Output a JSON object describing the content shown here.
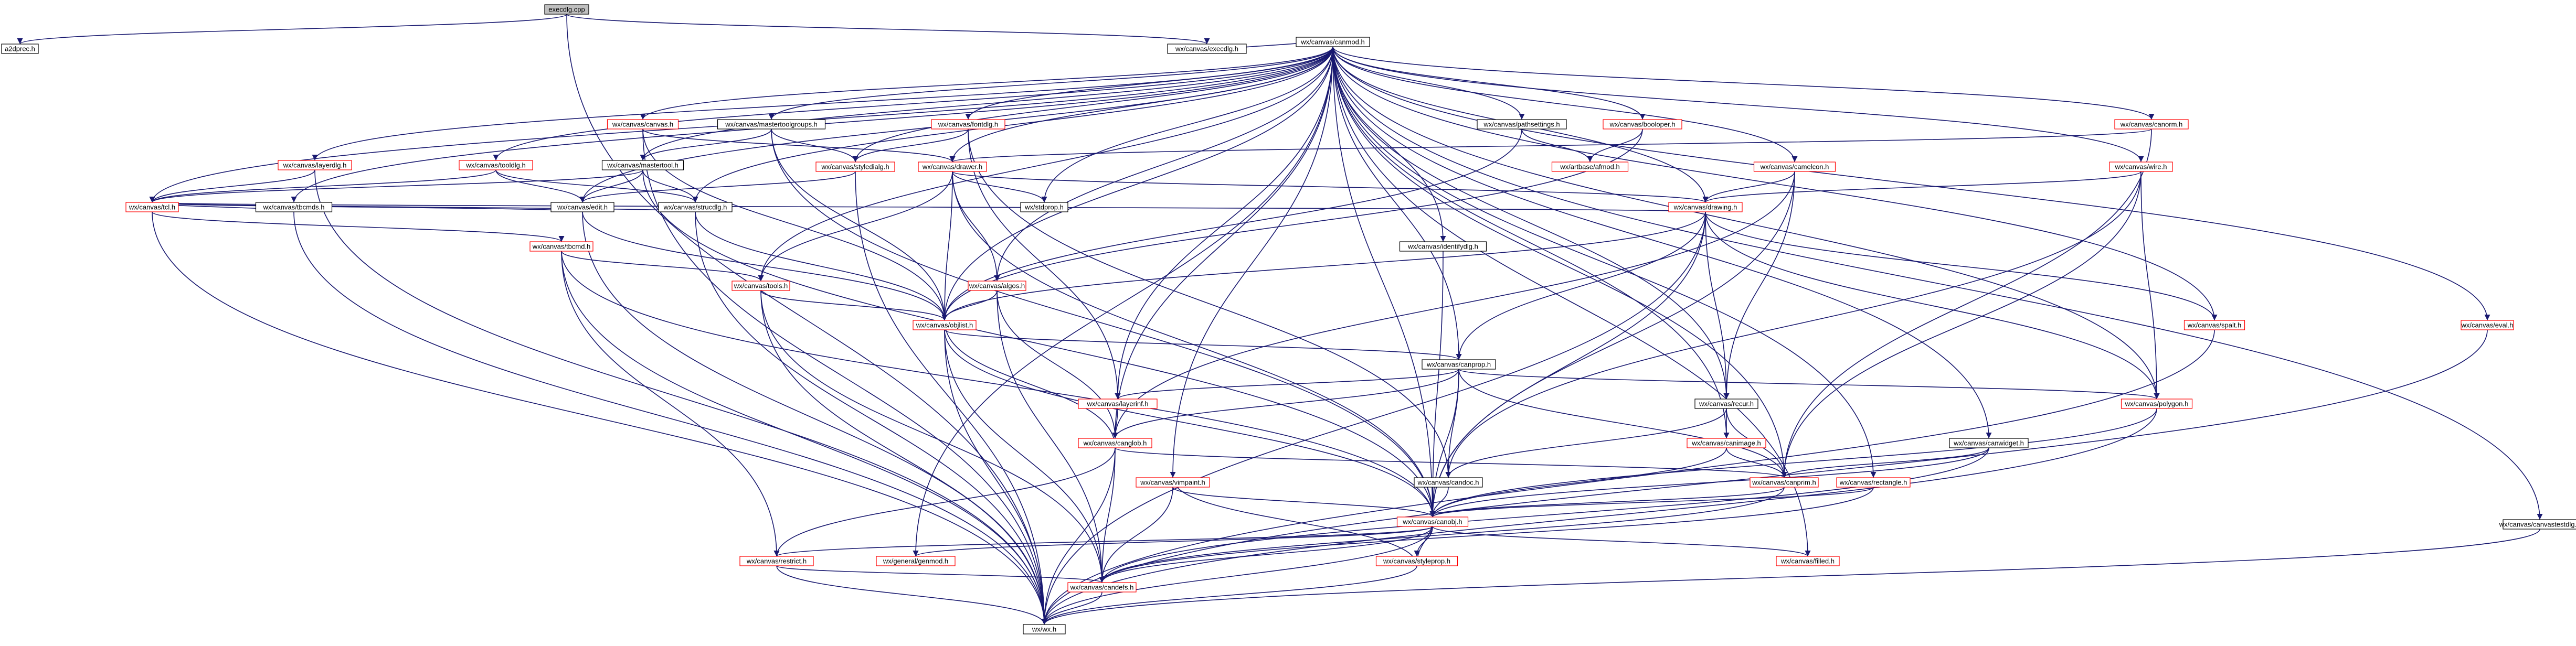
{
  "graph": {
    "nodes": [
      {
        "id": "execdlg_cpp",
        "label": "execdlg.cpp",
        "border": "#000000",
        "fill": "#bfbfbf"
      },
      {
        "id": "a2dprec",
        "label": "a2dprec.h",
        "border": "#000000",
        "fill": "#ffffff"
      },
      {
        "id": "execdlg_h",
        "label": "wx/canvas/execdlg.h",
        "border": "#000000",
        "fill": "#ffffff"
      },
      {
        "id": "canmod",
        "label": "wx/canvas/canmod.h",
        "border": "#000000",
        "fill": "#ffffff"
      },
      {
        "id": "canvas_h",
        "label": "wx/canvas/canvas.h",
        "border": "#ff0000",
        "fill": "#ffffff"
      },
      {
        "id": "mastertoolgroups",
        "label": "wx/canvas/mastertoolgroups.h",
        "border": "#000000",
        "fill": "#ffffff"
      },
      {
        "id": "fontdlg",
        "label": "wx/canvas/fontdlg.h",
        "border": "#ff0000",
        "fill": "#ffffff"
      },
      {
        "id": "pathsettings",
        "label": "wx/canvas/pathsettings.h",
        "border": "#000000",
        "fill": "#ffffff"
      },
      {
        "id": "booloper",
        "label": "wx/canvas/booloper.h",
        "border": "#ff0000",
        "fill": "#ffffff"
      },
      {
        "id": "canorm",
        "label": "wx/canvas/canorm.h",
        "border": "#ff0000",
        "fill": "#ffffff"
      },
      {
        "id": "layerdlg",
        "label": "wx/canvas/layerdlg.h",
        "border": "#ff0000",
        "fill": "#ffffff"
      },
      {
        "id": "tooldlg",
        "label": "wx/canvas/tooldlg.h",
        "border": "#ff0000",
        "fill": "#ffffff"
      },
      {
        "id": "mastertool",
        "label": "wx/canvas/mastertool.h",
        "border": "#000000",
        "fill": "#ffffff"
      },
      {
        "id": "styledialg",
        "label": "wx/canvas/styledialg.h",
        "border": "#ff0000",
        "fill": "#ffffff"
      },
      {
        "id": "drawer",
        "label": "wx/canvas/drawer.h",
        "border": "#ff0000",
        "fill": "#ffffff"
      },
      {
        "id": "artbase",
        "label": "wx/artbase/afmod.h",
        "border": "#ff0000",
        "fill": "#ffffff"
      },
      {
        "id": "camelcon",
        "label": "wx/canvas/camelcon.h",
        "border": "#ff0000",
        "fill": "#ffffff"
      },
      {
        "id": "wire",
        "label": "wx/canvas/wire.h",
        "border": "#ff0000",
        "fill": "#ffffff"
      },
      {
        "id": "tbcmds",
        "label": "wx/canvas/tbcmds.h",
        "border": "#000000",
        "fill": "#ffffff"
      },
      {
        "id": "tcl",
        "label": "wx/canvas/tcl.h",
        "border": "#ff0000",
        "fill": "#ffffff"
      },
      {
        "id": "edit",
        "label": "wx/canvas/edit.h",
        "border": "#000000",
        "fill": "#ffffff"
      },
      {
        "id": "strucdlg",
        "label": "wx/canvas/strucdlg.h",
        "border": "#000000",
        "fill": "#ffffff"
      },
      {
        "id": "stdprop",
        "label": "wx/stdprop.h",
        "border": "#000000",
        "fill": "#ffffff"
      },
      {
        "id": "drawing",
        "label": "wx/canvas/drawing.h",
        "border": "#ff0000",
        "fill": "#ffffff"
      },
      {
        "id": "tbcmd_h",
        "label": "wx/canvas/tbcmd.h",
        "border": "#ff0000",
        "fill": "#ffffff"
      },
      {
        "id": "identifydlg",
        "label": "wx/canvas/identifydlg.h",
        "border": "#000000",
        "fill": "#ffffff"
      },
      {
        "id": "tools",
        "label": "wx/canvas/tools.h",
        "border": "#ff0000",
        "fill": "#ffffff"
      },
      {
        "id": "algos",
        "label": "wx/canvas/algos.h",
        "border": "#ff0000",
        "fill": "#ffffff"
      },
      {
        "id": "objlist",
        "label": "wx/canvas/objlist.h",
        "border": "#ff0000",
        "fill": "#ffffff"
      },
      {
        "id": "spalt",
        "label": "wx/canvas/spalt.h",
        "border": "#ff0000",
        "fill": "#ffffff"
      },
      {
        "id": "eval",
        "label": "wx/canvas/eval.h",
        "border": "#ff0000",
        "fill": "#ffffff"
      },
      {
        "id": "canprop",
        "label": "wx/canvas/canprop.h",
        "border": "#000000",
        "fill": "#ffffff"
      },
      {
        "id": "layerinf",
        "label": "wx/canvas/layerinf.h",
        "border": "#ff0000",
        "fill": "#ffffff"
      },
      {
        "id": "recur",
        "label": "wx/canvas/recur.h",
        "border": "#000000",
        "fill": "#ffffff"
      },
      {
        "id": "polygon",
        "label": "wx/canvas/polygon.h",
        "border": "#ff0000",
        "fill": "#ffffff"
      },
      {
        "id": "canglob",
        "label": "wx/canvas/canglob.h",
        "border": "#ff0000",
        "fill": "#ffffff"
      },
      {
        "id": "canimage",
        "label": "wx/canvas/canimage.h",
        "border": "#ff0000",
        "fill": "#ffffff"
      },
      {
        "id": "canwidget",
        "label": "wx/canvas/canwidget.h",
        "border": "#000000",
        "fill": "#ffffff"
      },
      {
        "id": "canobj",
        "label": "wx/canvas/canprim.h",
        "border": "#ff0000",
        "fill": "#ffffff"
      },
      {
        "id": "rectangle",
        "label": "wx/canvas/rectangle.h",
        "border": "#ff0000",
        "fill": "#ffffff"
      },
      {
        "id": "candoc",
        "label": "wx/canvas/candoc.h",
        "border": "#000000",
        "fill": "#ffffff"
      },
      {
        "id": "vimpaint",
        "label": "wx/canvas/vimpaint.h",
        "border": "#ff0000",
        "fill": "#ffffff"
      },
      {
        "id": "canobj2",
        "label": "wx/canvas/canobj.h",
        "border": "#ff0000",
        "fill": "#ffffff"
      },
      {
        "id": "restrict",
        "label": "wx/canvas/restrict.h",
        "border": "#ff0000",
        "fill": "#ffffff"
      },
      {
        "id": "geometry",
        "label": "wx/general/genmod.h",
        "border": "#ff0000",
        "fill": "#ffffff"
      },
      {
        "id": "stylepropdlg",
        "label": "wx/canvas/styleprop.h",
        "border": "#ff0000",
        "fill": "#ffffff"
      },
      {
        "id": "filled",
        "label": "wx/canvas/filled.h",
        "border": "#ff0000",
        "fill": "#ffffff"
      },
      {
        "id": "candefs",
        "label": "wx/canvas/candefs.h",
        "border": "#ff0000",
        "fill": "#ffffff"
      },
      {
        "id": "canvastestdlg",
        "label": "wx/canvas/canvastestdlg.h",
        "border": "#000000",
        "fill": "#ffffff"
      },
      {
        "id": "wx_h",
        "label": "wx/wx.h",
        "border": "#000000",
        "fill": "#ffffff"
      }
    ],
    "edge_color": "#191970"
  }
}
